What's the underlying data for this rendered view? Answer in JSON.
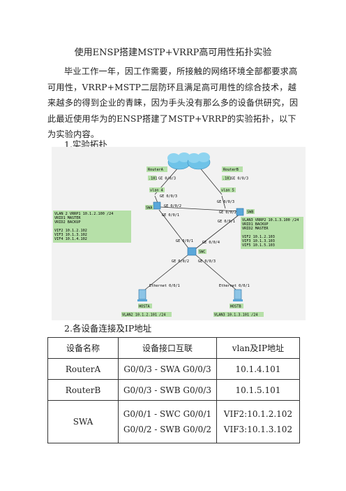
{
  "doc": {
    "title": "使用ENSP搭建MSTP+VRRP高可用性拓扑实验",
    "paragraph": "毕业工作一年，因工作需要，所接触的网络环境全部都要求高可用性，VRRP+MSTP二层防环且满足高可用性的综合技术，越来越多的得到企业的青睐，因为手头没有那么多的设备供研究，因此最近使用华为的ENSP搭建了MSTP+VRRP的实验拓扑，以下为实验内容。",
    "section1": "1.实验拓扑",
    "section2": "2.各设备连接及IP地址"
  },
  "diagram": {
    "routerA": "RouterA",
    "routerB": "RouterB",
    "ra_ip": ".101",
    "rb_ip": ".101",
    "ra_port": "GE 0/0/3",
    "rb_port": "GE 0/0/3",
    "ra_vlan": "vlan 4",
    "rb_vlan": "vlan 5",
    "swa_port_top": "GE 0/0/3",
    "swb_port_top": "GE 0/0/3",
    "swa": "SWA",
    "swb": "SWB",
    "swc": "SWC",
    "swa_ge2": "GE 0/0/2",
    "swb_ge2": "GE 0/0/2",
    "swa_ge1": "GE 0/0/1",
    "swb_ge1": "GE 0/0/1",
    "swc_ge4": "GE 0/0/4",
    "swc_ge1": "GE 0/0/1",
    "swc_ge2": "GE 0/0/2",
    "swc_ge3": "GE 0/0/3",
    "hosta_if": "Ethernet 0/0/1",
    "hostb_if": "Ethernet 0/0/1",
    "hosta": "HOSTA",
    "hostb": "HOSTB",
    "hosta_ip": "VLAN2 10.1.2.101 /24",
    "hostb_ip": "VLAN3 10.1.3.101 /24",
    "swa_box": [
      "VLAN 2 VRRP1 10.1.2.100 /24",
      "VRID1 MASTER",
      "VRID2 BACKUP",
      "",
      "VIF2 10.1.2.102",
      "VIF3 10.1.3.102",
      "VIF4 10.1.4.102"
    ],
    "swb_box": [
      "VLAN3 VRRP2 10.1.3.100 /24",
      "VRID1 BACKUP",
      "VRID2 MASTER",
      "",
      "VIF2 10.1.2.103",
      "VIF3 10.1.3.103",
      "VIF5 10.1.5.103"
    ]
  },
  "table": {
    "headers": [
      "设备名称",
      "设备接口互联",
      "vlan及IP地址"
    ],
    "rows": [
      {
        "device": "RouterA",
        "link": "G0/0/3 - SWA G0/0/3",
        "ip": "10.1.4.101"
      },
      {
        "device": "RouterB",
        "link": "G0/0/3 - SWB G0/0/3",
        "ip": "10.1.5.101"
      },
      {
        "device": "SWA",
        "link1": "G0/0/1 - SWC G0/0/1",
        "link2": "G0/0/2 - SWB G0/0/2",
        "ip1": "VIF2:10.1.2.102",
        "ip2": "VIF3:10.1.3.102"
      }
    ]
  },
  "colors": {
    "label_bg": "#b6e0a8",
    "cloud": "#6ec3e8",
    "switch": "#5aa7d9",
    "line": "#333333"
  }
}
